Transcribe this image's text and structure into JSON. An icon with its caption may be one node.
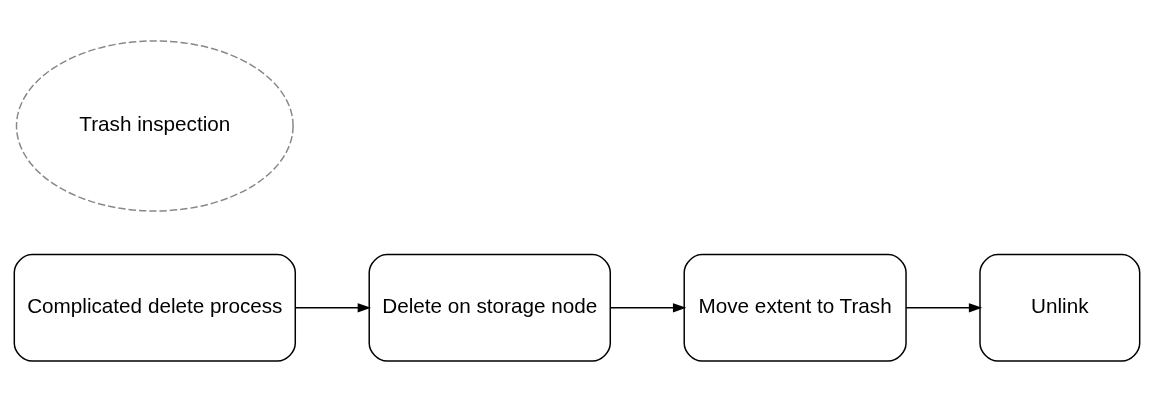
{
  "diagram": {
    "nodes": [
      {
        "text": [
          "Complicated delete process"
        ]
      },
      {
        "text": [
          "Delete on storage node"
        ]
      },
      {
        "text": [
          "Move extent to Trash"
        ]
      },
      {
        "text": [
          "Unlink"
        ]
      },
      {
        "text": [
          "Trash inspection"
        ]
      }
    ],
    "edges": [
      {
        "from": 0,
        "to": 1,
        "arrow": "to"
      },
      {
        "from": 1,
        "to": 2,
        "arrow": "to"
      },
      {
        "from": 2,
        "to": 3,
        "arrow": "to"
      }
    ]
  }
}
